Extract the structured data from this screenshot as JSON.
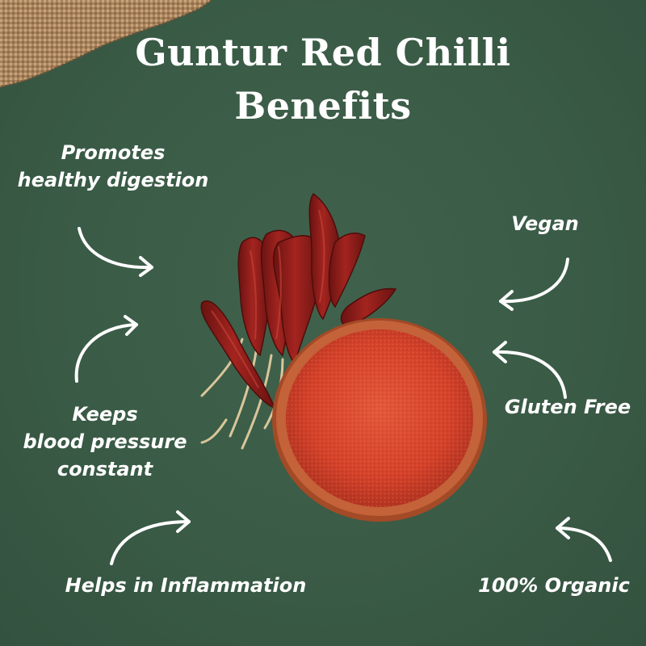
{
  "title": {
    "line1": "Guntur Red Chilli",
    "line2": "Benefits"
  },
  "benefits": {
    "digestion": {
      "line1": "Promotes",
      "line2": "healthy digestion"
    },
    "vegan": "Vegan",
    "bp": {
      "line1": "Keeps",
      "line2": "blood pressure",
      "line3": "constant"
    },
    "gluten": "Gluten Free",
    "inflammation": "Helps in Inflammation",
    "organic": "100% Organic"
  },
  "colors": {
    "background": "#3a5b46",
    "text": "#ffffff",
    "chilli": "#8f1d1a",
    "powder": "#d8432a",
    "bowl": "#b8572f"
  }
}
